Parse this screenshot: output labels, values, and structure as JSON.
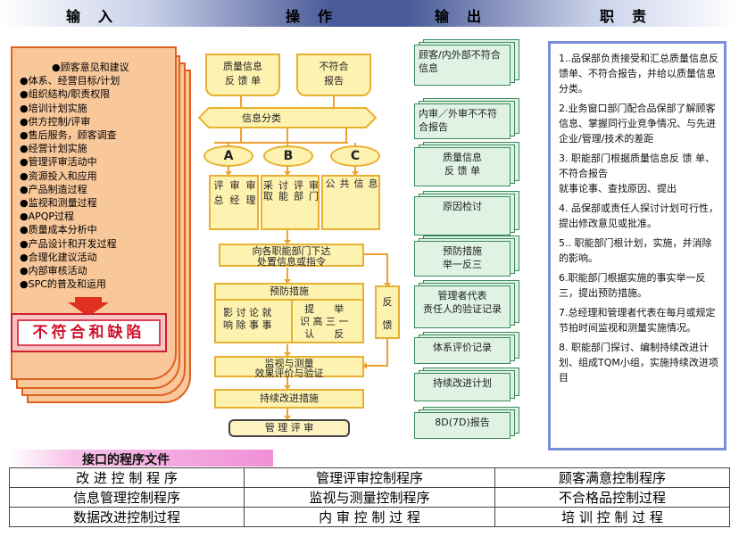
{
  "header": {
    "input": "输　入",
    "operation": "操　作",
    "output": "输　出",
    "duty": "职　责"
  },
  "inputs": [
    "●顾客意见和建议",
    "●体系、经营目标/计划",
    "●组织结构/职责权限",
    "●培训计划实施",
    "●供方控制/评审",
    "●售后服务，顾客调查",
    "●经营计划实施",
    "●管理评审活动中",
    "●资源投入和应用",
    "●产品制造过程",
    "●监视和测量过程",
    "●APQP过程",
    "●质量成本分析中",
    "●产品设计和开发过程",
    "●合理化建议活动",
    "●内部审核活动",
    "●SPC的普及和运用"
  ],
  "nonconformity": "不符合和缺陷",
  "flow": {
    "feedback_form": "质量信息\n反 馈 单",
    "nc_report": "不符合\n报告",
    "classify": "信息分类",
    "a": "A",
    "b": "B",
    "c": "C",
    "col_a": [
      "评 总",
      "审 经",
      "审 理"
    ],
    "col_b": [
      "采取",
      "讨能",
      "评部",
      "审门"
    ],
    "col_c": [
      "公",
      "共",
      "信",
      "息"
    ],
    "dispatch": "向各职能部门下达\n处置信息或指令",
    "prevent": "预防措施",
    "impact": [
      "影 讨 论 就",
      "响 除 事 事"
    ],
    "learn": [
      "提　　举",
      "识 高 三 一",
      "认　　反"
    ],
    "feedback": "反\n馈",
    "monitor": "监视与测量\n效果评价与验证",
    "improve": "持续改进措施",
    "review": "管 理 评 审"
  },
  "outputs": [
    "顾客/内外部不符合信息",
    "内审／外审不不符合报告",
    "质量信息\n反 馈 单",
    "原因检讨",
    "预防措施\n举一反三",
    "管理者代表\n责任人的验证记录",
    "体系评价记录",
    "持续改进计划",
    "8D(7D)报告"
  ],
  "duties": [
    "1..品保部负责接受和汇总质量信息反馈单、不符合报告，并给以质量信息分类。",
    "2.业务窗口部门配合品保部了解顾客信息、掌握同行业竞争情况、与先进企业/管理/技术的差距",
    "3. 职能部门根据质量信息反 馈 单、不符合报告\n就事论事、查找原因、提出",
    "4. 品保部或责任人探讨计划可行性，提出修改意见或批准。",
    "5.. 职能部门根计划，实施，并消除的影响。",
    "6.职能部门根据实施的事实举一反三，提出预防措施。",
    "7.总经理和管理者代表在每月或规定节拍时间监视和测量实施情况。",
    "8. 职能部门探讨、编制持续改进计划、组成TQM小组，实施持续改进项目"
  ],
  "interface_title": "接口的程序文件",
  "procedures": [
    [
      "改 进 控 制 程 序",
      "管理评审控制程序",
      "顾客满意控制程序"
    ],
    [
      "信息管理控制程序",
      "监视与测量控制程序",
      "不合格品控制过程"
    ],
    [
      "数据改进控制过程",
      "内 审 控 制 过 程",
      "培 训 控 制 过 程"
    ]
  ],
  "colors": {
    "header": "#4a5a98",
    "input_fill": "#f8c79a",
    "flow_fill": "#fdf2b0",
    "output_fill": "#dff2e4",
    "duty_border": "#7b8ed8"
  }
}
